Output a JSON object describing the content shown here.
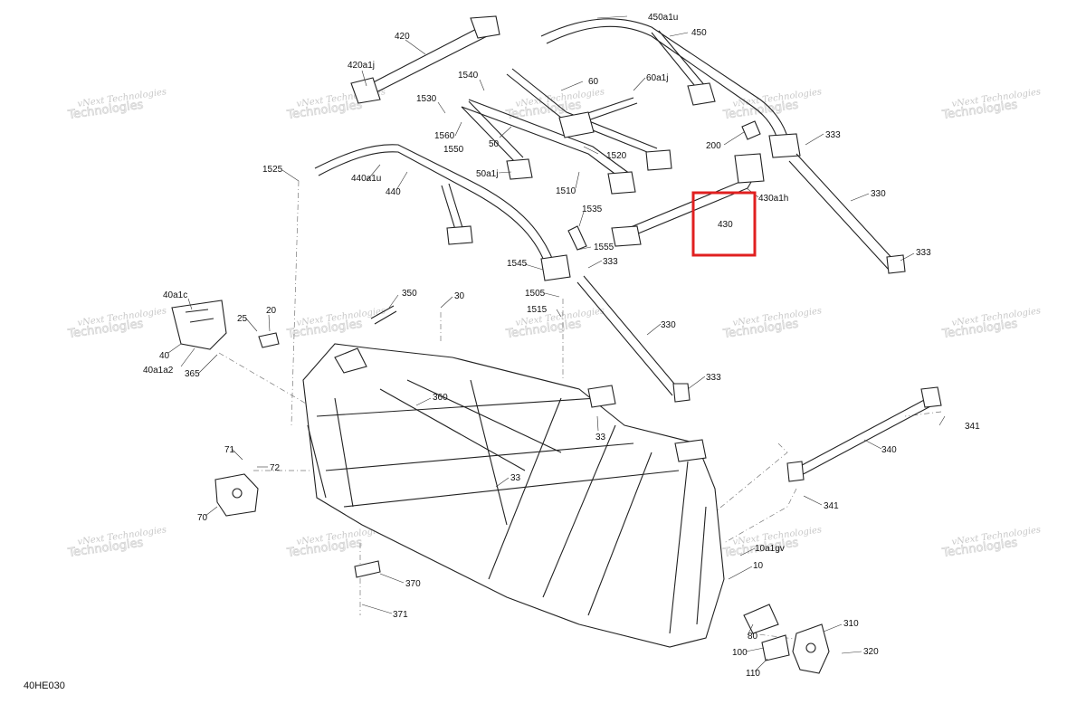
{
  "sheet_code": "40HE030",
  "highlight": {
    "label": "430",
    "color": "#e02020"
  },
  "watermark": {
    "line1": "vNext Technologies",
    "line2": "Technologies"
  },
  "callouts": {
    "c420": "420",
    "c420a1j": "420a1j",
    "c450a1u": "450a1u",
    "c450": "450",
    "c1540": "1540",
    "c60": "60",
    "c60a1j": "60a1j",
    "c1530": "1530",
    "c1560": "1560",
    "c1550": "1550",
    "c50": "50",
    "c1520": "1520",
    "c50a1j": "50a1j",
    "c1510": "1510",
    "c200": "200",
    "c333a": "333",
    "c1525": "1525",
    "c440a1u": "440a1u",
    "c440": "440",
    "c430a1h": "430a1h",
    "c330a": "330",
    "c1535": "1535",
    "c1555": "1555",
    "c333b": "333",
    "c1545": "1545",
    "c333c": "333",
    "c40a1c": "40a1c",
    "c350": "350",
    "c30": "30",
    "c1505": "1505",
    "c1515": "1515",
    "c25": "25",
    "c20": "20",
    "c40": "40",
    "c40a1a2": "40a1a2",
    "c365": "365",
    "c330b": "330",
    "c333d": "333",
    "c360": "360",
    "c341a": "341",
    "c33a": "33",
    "c340": "340",
    "c71": "71",
    "c72": "72",
    "c33b": "33",
    "c341b": "341",
    "c70": "70",
    "c10a1gv": "10a1gv",
    "c10": "10",
    "c370": "370",
    "c371": "371",
    "c310": "310",
    "c80": "80",
    "c100": "100",
    "c320": "320",
    "c110": "110"
  }
}
